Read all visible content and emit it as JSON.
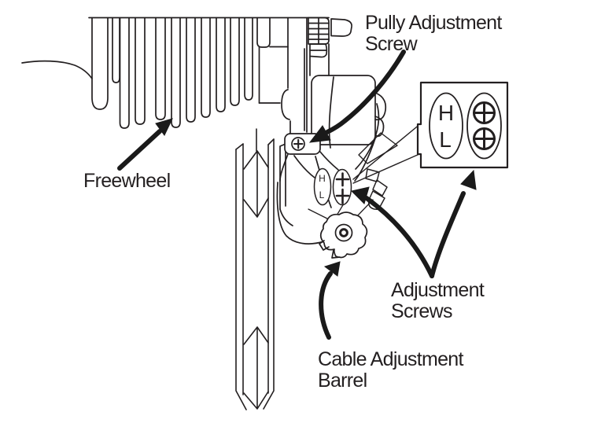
{
  "figure": {
    "background_color": "#ffffff",
    "line_color": "#231f20",
    "arrow_color": "#1a1a1a",
    "labels": {
      "pulley_adjustment_screw": "Pully Adjustment\nScrew",
      "freewheel": "Freewheel",
      "adjustment_screws": "Adjustment\nScrews",
      "cable_adjustment_barrel": "Cable Adjustment\nBarrel"
    },
    "detail_box": {
      "high_marker": "H",
      "low_marker": "L"
    },
    "body_markers": {
      "high_marker": "H",
      "low_marker": "L"
    },
    "icons": {
      "pulley_screw": "phillips-screw-icon",
      "detail_adjustment_screws": "phillips-screw-icon",
      "limit_screws": "plus-screw-icon",
      "cable_barrel": "knurled-barrel-icon"
    }
  }
}
